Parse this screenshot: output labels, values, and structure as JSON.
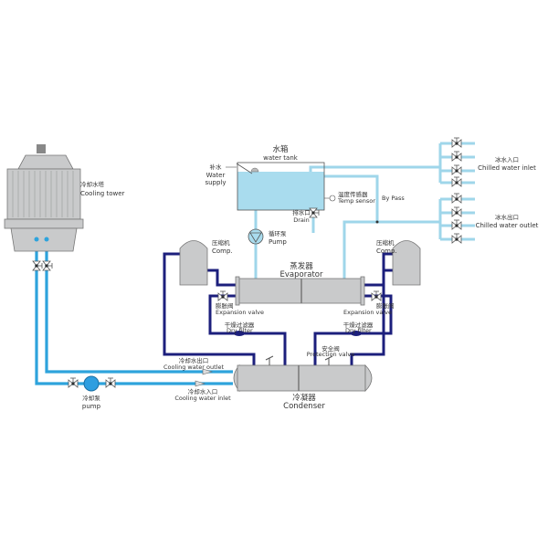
{
  "colors": {
    "cooling_water": "#2ea3dc",
    "chilled_water": "#9fd6ea",
    "refrigerant": "#1c1f7c",
    "equipment": "#c9cacb",
    "tank_water": "#a9dcee"
  },
  "labels": {
    "cooling_tower": {
      "cn": "冷却水塔",
      "en": "Cooling tower"
    },
    "water_supply": {
      "cn": "补水",
      "en1": "Water",
      "en2": "supply"
    },
    "water_tank": {
      "cn": "水箱",
      "en": "water tank"
    },
    "temp_sensor": {
      "cn": "温度传感器",
      "en": "Temp sensor"
    },
    "drain": {
      "cn": "排水口",
      "en": "Drain"
    },
    "circ_pump": {
      "cn": "循环泵",
      "en": "Pump"
    },
    "bypass": {
      "en": "By Pass"
    },
    "chilled_inlet": {
      "cn": "冰水入口",
      "en": "Chilled water inlet"
    },
    "chilled_outlet": {
      "cn": "冰水出口",
      "en": "Chilled water outlet"
    },
    "comp_left": {
      "cn": "压缩机",
      "en": "Comp."
    },
    "comp_right": {
      "cn": "压缩机",
      "en": "Comp."
    },
    "evaporator": {
      "cn": "蒸发器",
      "en": "Evaporator"
    },
    "exp_valve_left": {
      "cn": "膨胀阀",
      "en": "Expansion valve"
    },
    "exp_valve_right": {
      "cn": "膨胀阀",
      "en": "Expansion valve"
    },
    "dry_filter_left": {
      "cn": "干燥过滤器",
      "en": "Dry filter"
    },
    "dry_filter_right": {
      "cn": "干燥过滤器",
      "en": "Dry filter"
    },
    "protection_valve": {
      "cn": "安全阀",
      "en": "Protection valve"
    },
    "cw_outlet": {
      "cn": "冷却水出口",
      "en": "Cooling water outlet"
    },
    "cw_inlet": {
      "cn": "冷却水入口",
      "en": "Cooling water inlet"
    },
    "condenser": {
      "cn": "冷凝器",
      "en": "Condenser"
    },
    "cooling_pump": {
      "cn": "冷却泵",
      "en": "pump"
    }
  }
}
